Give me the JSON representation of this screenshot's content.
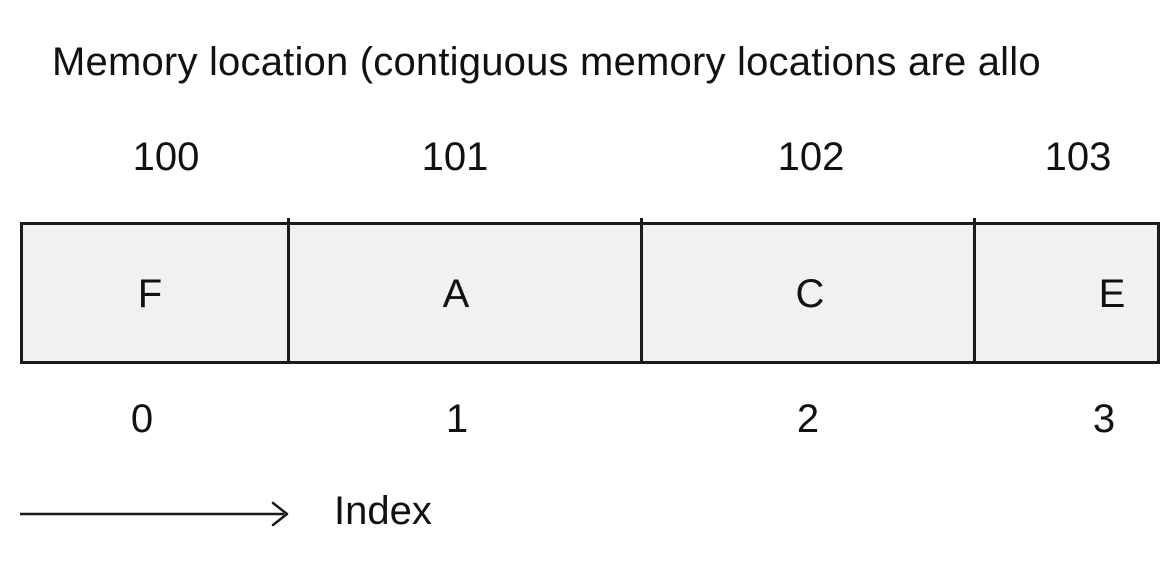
{
  "title": "Memory location (contiguous memory locations are allo",
  "addresses": [
    "100",
    "101",
    "102",
    "103"
  ],
  "values": [
    "F",
    "A",
    "C",
    "E"
  ],
  "indices": [
    "0",
    "1",
    "2",
    "3"
  ],
  "arrow_label": "Index",
  "colors": {
    "cell_fill": "#f1f1f1",
    "line": "#1a1a1a",
    "text": "#111111"
  }
}
